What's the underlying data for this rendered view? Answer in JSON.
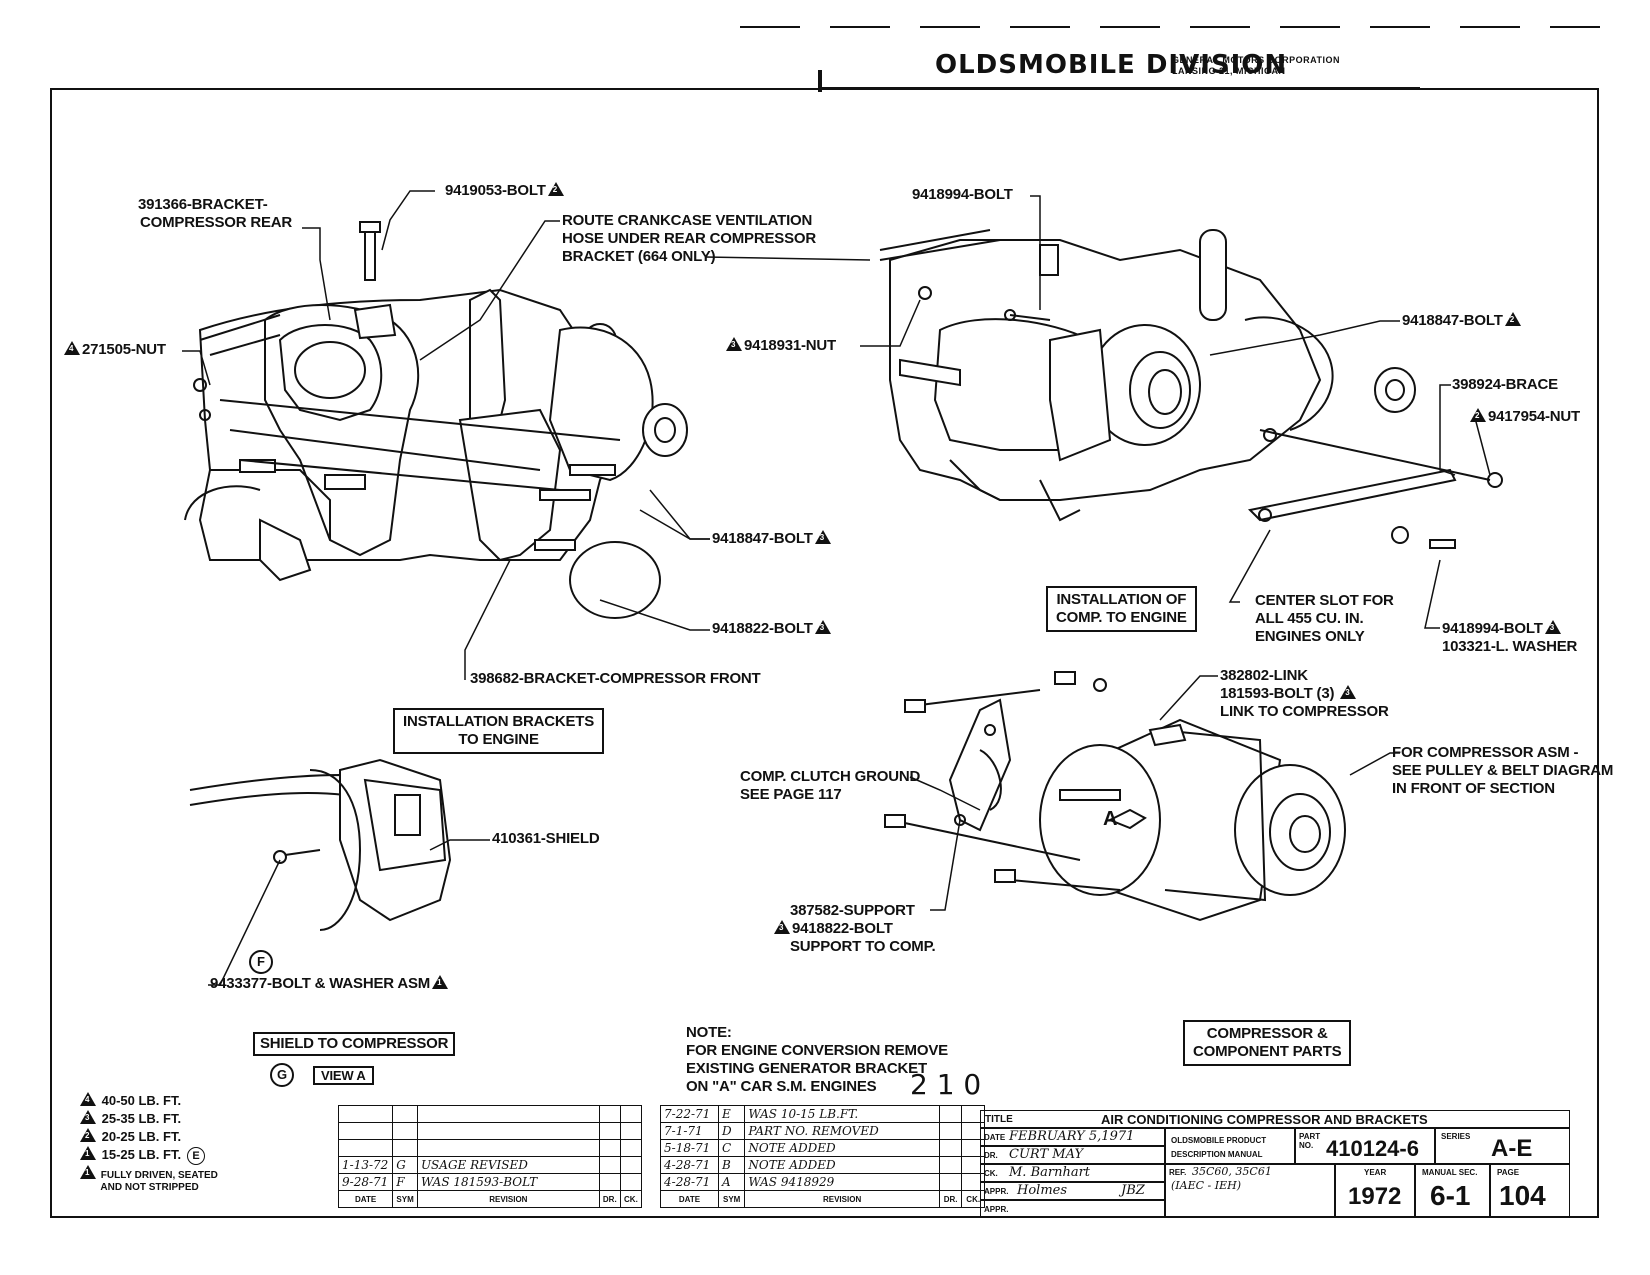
{
  "header": {
    "division": "OLDSMOBILE DIVISION",
    "corporation": "GENERAL MOTORS CORPORATION",
    "location": "LANSING 21, MICHIGAN"
  },
  "labels": {
    "bracket_rear_1": "391366-BRACKET-",
    "bracket_rear_2": "COMPRESSOR REAR",
    "bolt_9419053": "9419053-BOLT",
    "route_1": "ROUTE CRANKCASE VENTILATION",
    "route_2": "HOSE UNDER REAR COMPRESSOR",
    "route_3": "BRACKET (664 ONLY)",
    "nut_271505": "271505-NUT",
    "bolt_9418847_left": "9418847-BOLT",
    "bolt_9418822": "9418822-BOLT",
    "bracket_front": "398682-BRACKET-COMPRESSOR FRONT",
    "install_brackets_1": "INSTALLATION BRACKETS",
    "install_brackets_2": "TO ENGINE",
    "bolt_9418994_top": "9418994-BOLT",
    "nut_9418931": "9418931-NUT",
    "bolt_9418847_right": "9418847-BOLT",
    "brace_398924": "398924-BRACE",
    "nut_9417954": "9417954-NUT",
    "install_comp_1": "INSTALLATION OF",
    "install_comp_2": "COMP. TO ENGINE",
    "center_slot_1": "CENTER SLOT FOR",
    "center_slot_2": "ALL 455 CU. IN.",
    "center_slot_3": "ENGINES ONLY",
    "bolt_9418994_bottom": "9418994-BOLT",
    "washer_103321": "103321-L. WASHER",
    "link_382802": "382802-LINK",
    "bolt_181593": "181593-BOLT (3)",
    "link_to_comp": "LINK TO COMPRESSOR",
    "for_comp_1": "FOR COMPRESSOR ASM -",
    "for_comp_2": "SEE PULLEY & BELT DIAGRAM",
    "for_comp_3": "IN FRONT OF SECTION",
    "clutch_ground_1": "COMP. CLUTCH GROUND",
    "clutch_ground_2": "SEE PAGE 117",
    "support_387582": "387582-SUPPORT",
    "bolt_9418822_support": "9418822-BOLT",
    "support_to_comp": "SUPPORT TO COMP.",
    "shield_410361": "410361-SHIELD",
    "bolt_washer_9433377": "9433377-BOLT & WASHER ASM",
    "circle_f": "F",
    "circle_g": "G",
    "shield_to_comp": "SHIELD TO COMPRESSOR",
    "view_a": "VIEW A",
    "note_1": "NOTE:",
    "note_2": "FOR ENGINE CONVERSION REMOVE",
    "note_3": "EXISTING GENERATOR BRACKET",
    "note_4": "ON \"A\" CAR S.M. ENGINES",
    "page_stamp": "2 1 0",
    "comp_parts_1": "COMPRESSOR &",
    "comp_parts_2": "COMPONENT PARTS",
    "arrow_a": "A",
    "triangle_1": "1",
    "triangle_2": "2",
    "triangle_3": "3",
    "triangle_4": "4"
  },
  "legend": [
    {
      "num": "4",
      "text": "40-50 LB. FT."
    },
    {
      "num": "3",
      "text": "25-35 LB. FT."
    },
    {
      "num": "2",
      "text": "20-25 LB. FT."
    },
    {
      "num": "1",
      "text": "15-25 LB. FT."
    },
    {
      "num": "1",
      "text": "FULLY DRIVEN, SEATED"
    },
    {
      "num": "",
      "text": "AND NOT STRIPPED"
    }
  ],
  "legend_e": "E",
  "revisions_left": [
    {
      "date": "1-13-72",
      "sym": "G",
      "revision": "USAGE REVISED"
    },
    {
      "date": "9-28-71",
      "sym": "F",
      "revision": "WAS 181593-BOLT"
    }
  ],
  "revisions_right": [
    {
      "date": "7-22-71",
      "sym": "E",
      "revision": "WAS 10-15 LB.FT."
    },
    {
      "date": "7-1-71",
      "sym": "D",
      "revision": "PART NO. REMOVED"
    },
    {
      "date": "5-18-71",
      "sym": "C",
      "revision": "NOTE ADDED"
    },
    {
      "date": "4-28-71",
      "sym": "B",
      "revision": "NOTE ADDED"
    },
    {
      "date": "4-28-71",
      "sym": "A",
      "revision": "WAS 9418929"
    }
  ],
  "rev_headers": {
    "date": "DATE",
    "sym": "SYM",
    "revision": "REVISION",
    "dr": "DR.",
    "ck": "CK."
  },
  "title_block": {
    "title_label": "TITLE",
    "title": "AIR CONDITIONING COMPRESSOR AND BRACKETS",
    "date_label": "DATE",
    "date": "FEBRUARY 5,1971",
    "dr_label": "DR.",
    "dr": "CURT MAY",
    "ck_label": "CK.",
    "ck": "M. Barnhart",
    "appr_label": "APPR.",
    "appr": "Holmes",
    "appr_initials": "JBZ",
    "ref_label": "REF.",
    "ref": "35C60, 35C61",
    "ref2": "(IAEC - IEH)",
    "product_1": "OLDSMOBILE PRODUCT",
    "product_2": "DESCRIPTION MANUAL",
    "part_label": "PART NO.",
    "part_no": "410124-6",
    "series_label": "SERIES",
    "series": "A-E",
    "year_label": "YEAR",
    "year": "1972",
    "manual_label": "MANUAL SEC.",
    "manual_sec": "6-1",
    "page_label": "PAGE",
    "page": "104"
  }
}
